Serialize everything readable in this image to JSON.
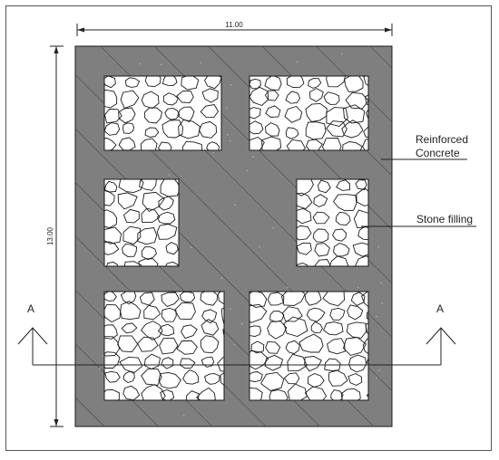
{
  "diagram": {
    "dimensions": {
      "width": "11.00",
      "height": "13.00"
    },
    "labels": {
      "reinforced_line1": "Reinforced",
      "reinforced_line2": "Concrete",
      "stone_filling": "Stone filling"
    },
    "section_marker": {
      "left": "A",
      "right": "A"
    },
    "colors": {
      "concrete": "#7f7f7f",
      "stone_fill": "#ffffff",
      "stroke": "#1a1a1a",
      "hatch": "#4a4a4a"
    }
  }
}
